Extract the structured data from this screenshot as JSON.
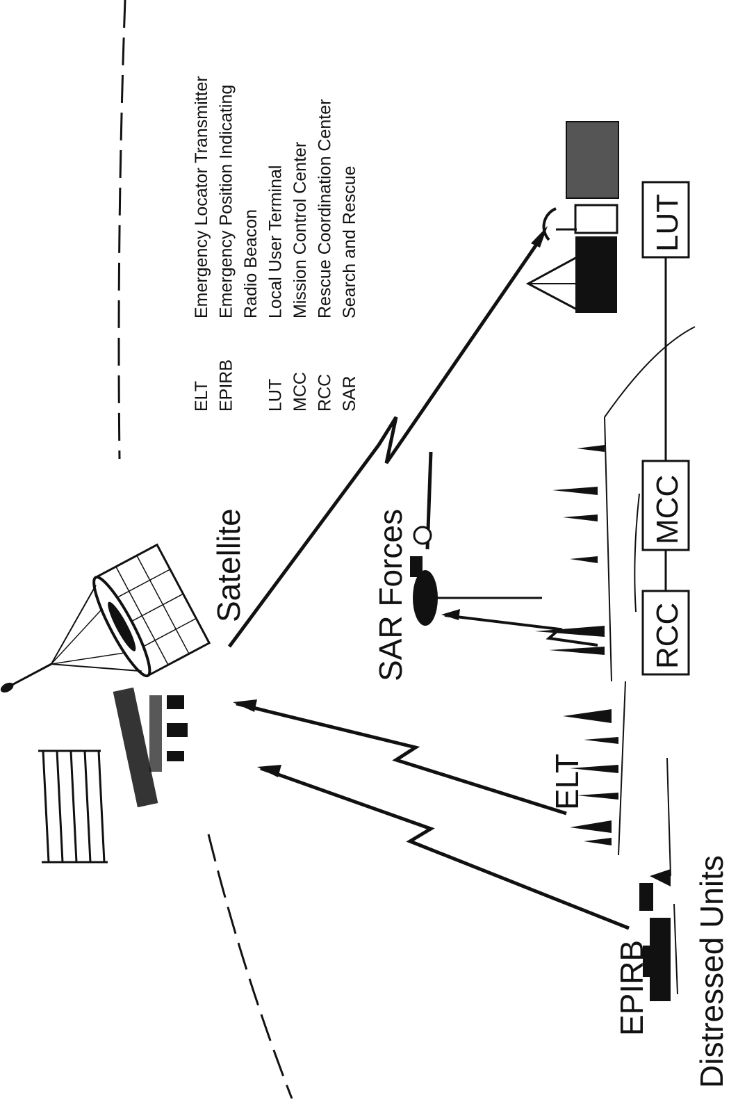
{
  "labels": {
    "satellite": "Satellite",
    "sar_forces": "SAR Forces",
    "elt": "ELT",
    "epirb": "EPIRB",
    "distressed_units": "Distressed Units"
  },
  "boxes": {
    "rcc": "RCC",
    "mcc": "MCC",
    "lut": "LUT"
  },
  "legend": [
    {
      "abbr": "ELT",
      "meaning": "Emergency Locator Transmitter"
    },
    {
      "abbr": "EPIRB",
      "meaning": "Emergency Position Indicating"
    },
    {
      "abbr": "",
      "meaning": "Radio Beacon"
    },
    {
      "abbr": "LUT",
      "meaning": "Local User Terminal"
    },
    {
      "abbr": "MCC",
      "meaning": "Mission Control Center"
    },
    {
      "abbr": "RCC",
      "meaning": "Rescue Coordination Center"
    },
    {
      "abbr": "SAR",
      "meaning": "Search and Rescue"
    }
  ]
}
